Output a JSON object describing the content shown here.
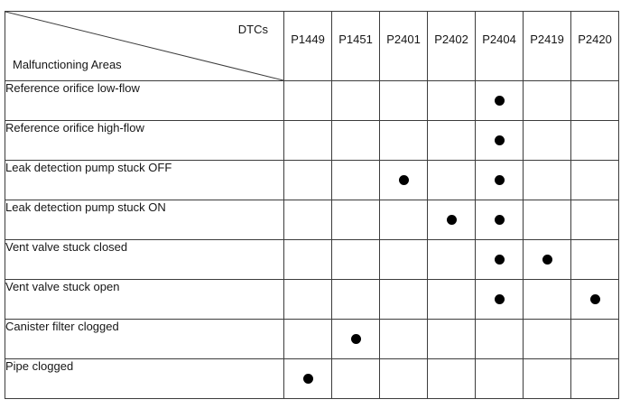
{
  "table": {
    "corner": {
      "columns_label": "DTCs",
      "rows_label": "Malfunctioning Areas"
    },
    "columns": [
      {
        "code": "P1449"
      },
      {
        "code": "P1451"
      },
      {
        "code": "P2401"
      },
      {
        "code": "P2402"
      },
      {
        "code": "P2404"
      },
      {
        "code": "P2419"
      },
      {
        "code": "P2420"
      }
    ],
    "rows": [
      {
        "label": "Reference orifice low-flow",
        "marks": [
          false,
          false,
          false,
          false,
          true,
          false,
          false
        ]
      },
      {
        "label": "Reference orifice high-flow",
        "marks": [
          false,
          false,
          false,
          false,
          true,
          false,
          false
        ]
      },
      {
        "label": "Leak detection pump stuck OFF",
        "marks": [
          false,
          false,
          true,
          false,
          true,
          false,
          false
        ]
      },
      {
        "label": "Leak detection pump stuck ON",
        "marks": [
          false,
          false,
          false,
          true,
          true,
          false,
          false
        ]
      },
      {
        "label": "Vent valve stuck closed",
        "marks": [
          false,
          false,
          false,
          false,
          true,
          true,
          false
        ]
      },
      {
        "label": "Vent valve stuck open",
        "marks": [
          false,
          false,
          false,
          false,
          true,
          false,
          true
        ]
      },
      {
        "label": "Canister filter clogged",
        "marks": [
          false,
          true,
          false,
          false,
          false,
          false,
          false
        ]
      },
      {
        "label": "Pipe clogged",
        "marks": [
          true,
          false,
          false,
          false,
          false,
          false,
          false
        ]
      }
    ],
    "mark_symbol": "filled-circle",
    "colors": {
      "text": "#161616",
      "border": "#3c3c3c",
      "mark": "#000000",
      "background": "#ffffff"
    }
  }
}
